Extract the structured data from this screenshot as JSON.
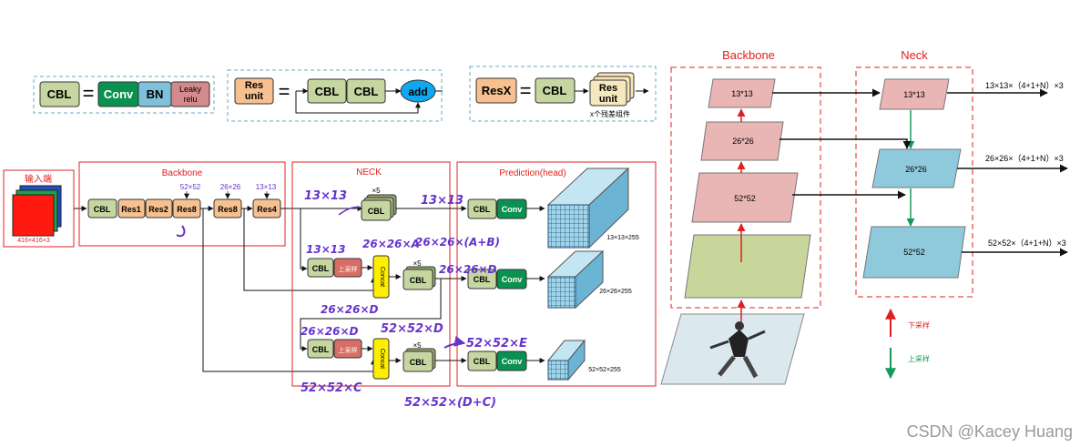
{
  "legend": {
    "cbl": {
      "label": "CBL",
      "eq": "=",
      "parts": [
        "Conv",
        "BN",
        "Leaky relu"
      ]
    },
    "res_unit": {
      "label": "Res unit",
      "eq": "=",
      "parts": [
        "CBL",
        "CBL"
      ],
      "add": "add"
    },
    "resx": {
      "label": "ResX",
      "eq": "=",
      "cbl": "CBL",
      "res": "Res unit",
      "note": "x个残差组件"
    }
  },
  "input": {
    "title": "输入端",
    "size": "416×416×3"
  },
  "backbone": {
    "title": "Backbone",
    "blocks": [
      "CBL",
      "Res1",
      "Res2",
      "Res8",
      "Res8",
      "Res4"
    ],
    "sizes": [
      "52×52",
      "26×26",
      "13×13"
    ]
  },
  "neck": {
    "title": "NECK",
    "cbl": "CBL",
    "upsample": "上采样",
    "concat": "Concat",
    "times": "×5"
  },
  "prediction": {
    "title": "Prediction(head)",
    "cbl": "CBL",
    "conv": "Conv",
    "outputs": [
      "13×13×255",
      "26×26×255",
      "52×52×255"
    ]
  },
  "handwriting": [
    "13×13",
    "13×13",
    "13×13",
    "26×26×A",
    "26×26×(A+B)",
    "26×26×D",
    "26×26×D",
    "26×26×D",
    "52×52×D",
    "52×52×E",
    "52×52×C",
    "52×52×(D+C)"
  ],
  "right_panel": {
    "backbone_title": "Backbone",
    "neck_title": "Neck",
    "backbone_layers": [
      "13*13",
      "26*26",
      "52*52"
    ],
    "neck_layers": [
      "13*13",
      "26*26",
      "52*52"
    ],
    "outputs": [
      "13×13×（4+1+N）×3",
      "26×26×（4+1+N）×3",
      "52×52×（4+1+N）×3"
    ],
    "down_label": "下采样",
    "up_label": "上采样"
  },
  "colors": {
    "cbl": "#c6d6a0",
    "conv": "#0a9150",
    "bn": "#7fc1dc",
    "leaky": "#d48a8a",
    "res": "#f6c08f",
    "up": "#d76f68",
    "concat": "#ffee00",
    "add": "#0ea7f0",
    "pink": "#eab5b5",
    "blue": "#8fc9dc",
    "green": "#c8d69c",
    "red": "#e02020",
    "ink": "#6633cc"
  },
  "watermark": "CSDN @Kacey Huang"
}
